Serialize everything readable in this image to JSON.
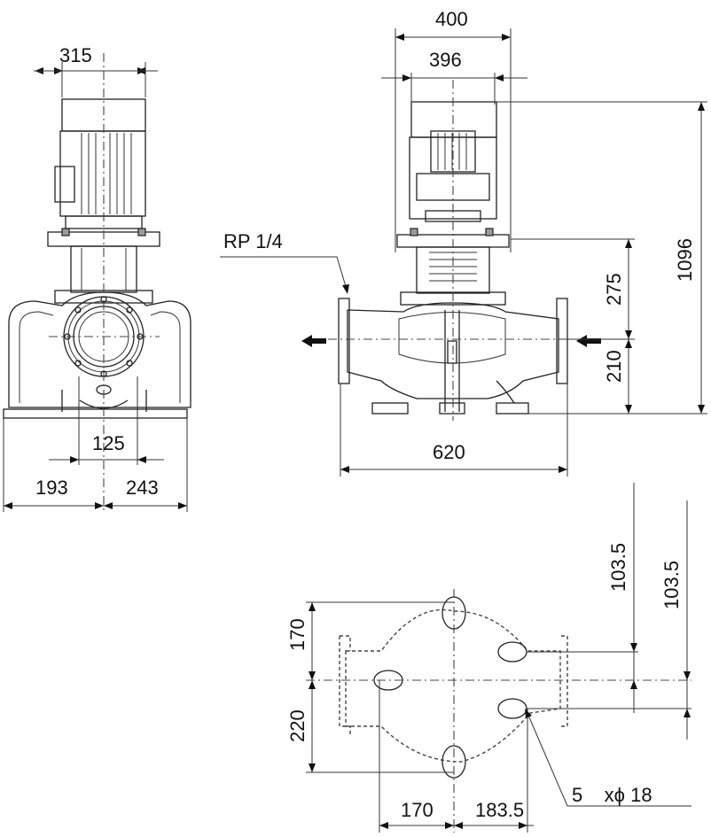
{
  "front_view": {
    "top_width": "315",
    "flange_offset": "125",
    "base_left": "193",
    "base_right": "243"
  },
  "side_view": {
    "width_outer": "400",
    "width_inner": "396",
    "connection_label": "RP 1/4",
    "motor_height": "275",
    "inlet_height": "210",
    "total_height": "1096",
    "port_to_port": "620"
  },
  "plan_view": {
    "top_offset": "170",
    "bottom_offset": "220",
    "right_offset_a": "103.5",
    "right_offset_b": "103.5",
    "bottom_left": "170",
    "bottom_right": "183.5",
    "holes_label": "5    xϕ 18"
  }
}
